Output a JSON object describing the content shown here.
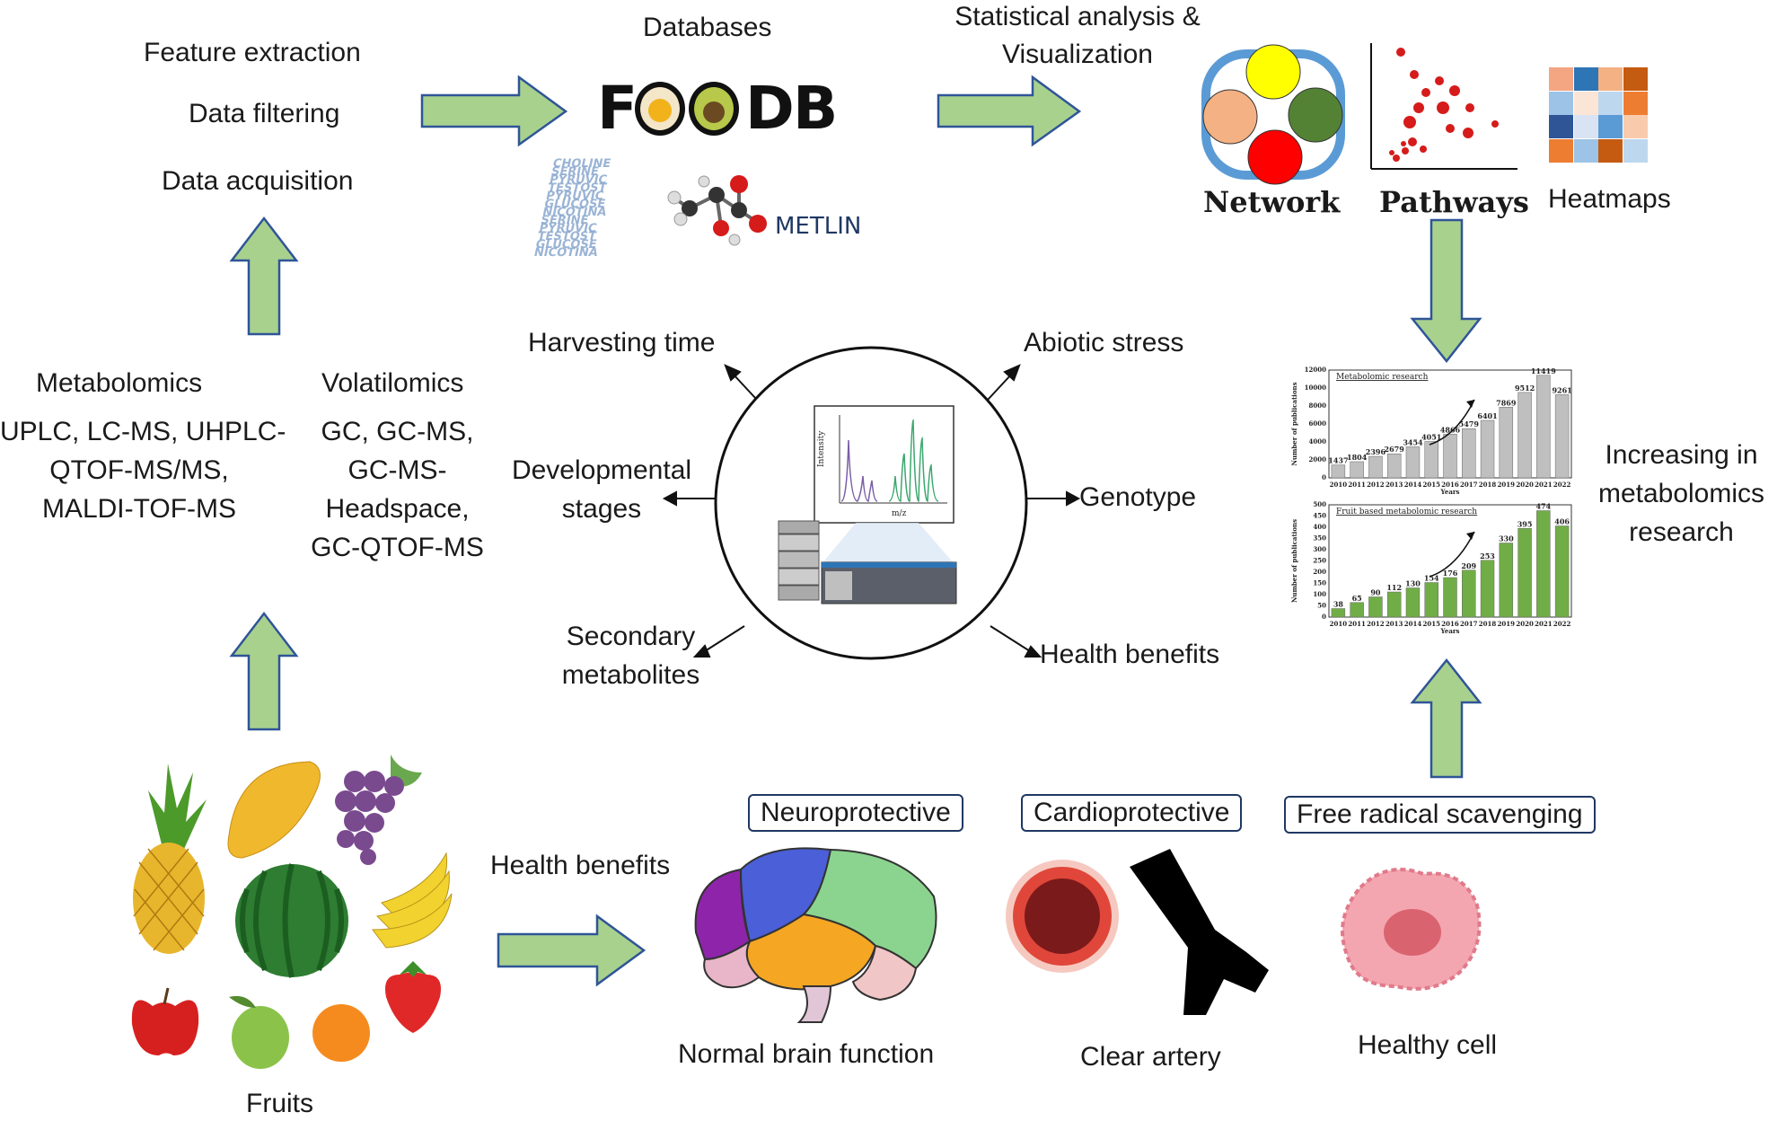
{
  "top": {
    "feature_extraction": "Feature extraction",
    "data_filtering": "Data filtering",
    "data_acquisition": "Data acquisition",
    "databases": "Databases",
    "foodb_logo": "FOODB",
    "metlin_logo": "METLIN",
    "metlin_words": [
      "CHOLINE",
      "SERINE",
      "PYRUVIC",
      "TESTOST",
      "PYRUVIC",
      "GLUCOSE",
      "NICOTINA",
      "SERINE",
      "PYRUVIC",
      "TESTOST",
      "GLUCOSE",
      "NICOTINA"
    ],
    "stats_title_1": "Statistical analysis &",
    "stats_title_2": "Visualization",
    "network": "Network",
    "pathways": "Pathways",
    "heatmaps": "Heatmaps"
  },
  "left": {
    "metabolomics": "Metabolomics",
    "metabolomics_methods": [
      "UPLC, LC-MS, UHPLC-",
      "QTOF-MS/MS,",
      "MALDI-TOF-MS"
    ],
    "volatilomics": "Volatilomics",
    "volatilomics_methods": [
      "GC, GC-MS,",
      "GC-MS-",
      "Headspace,",
      "GC-QTOF-MS"
    ]
  },
  "center": {
    "harvesting_time": "Harvesting time",
    "abiotic_stress": "Abiotic stress",
    "developmental_stages": [
      "Developmental",
      "stages"
    ],
    "genotype": "Genotype",
    "secondary_metabolites": [
      "Secondary",
      "metabolites"
    ],
    "health_benefits": "Health benefits",
    "spectrum_ylabel": "Intensity",
    "spectrum_xlabel": "m/z"
  },
  "right": {
    "increasing": [
      "Increasing in",
      "metabolomics",
      "research"
    ]
  },
  "bottom": {
    "fruits": "Fruits",
    "health_benefits": "Health benefits",
    "neuroprotective": "Neuroprotective",
    "cardioprotective": "Cardioprotective",
    "free_radical": "Free radical scavenging",
    "normal_brain": "Normal brain function",
    "clear_artery": "Clear artery",
    "healthy_cell": "Healthy cell"
  },
  "colors": {
    "arrow_fill": "#a9d18e",
    "arrow_stroke": "#2f5597",
    "bar_gray": "#bfbfbf",
    "bar_green": "#70ad47"
  },
  "chart_data": [
    {
      "type": "bar",
      "title": "Metabolomic research",
      "categories": [
        "2010",
        "2011",
        "2012",
        "2013",
        "2014",
        "2015",
        "2016",
        "2017",
        "2018",
        "2019",
        "2020",
        "2021",
        "2022"
      ],
      "values": [
        1437,
        1804,
        2396,
        2679,
        3454,
        4051,
        4866,
        5479,
        6401,
        7869,
        9512,
        11419,
        9261
      ],
      "xlabel": "Years",
      "ylabel": "Number of publications",
      "ylim": [
        0,
        12000
      ],
      "yticks": [
        0,
        2000,
        4000,
        6000,
        8000,
        10000,
        12000
      ]
    },
    {
      "type": "bar",
      "title": "Fruit based metabolomic research",
      "categories": [
        "2010",
        "2011",
        "2012",
        "2013",
        "2014",
        "2015",
        "2016",
        "2017",
        "2018",
        "2019",
        "2020",
        "2021",
        "2022"
      ],
      "values": [
        38,
        65,
        90,
        112,
        130,
        154,
        176,
        209,
        253,
        330,
        395,
        474,
        406
      ],
      "xlabel": "Years",
      "ylabel": "Number of publications",
      "ylim": [
        0,
        500
      ],
      "yticks": [
        0,
        50,
        100,
        150,
        200,
        250,
        300,
        350,
        400,
        450,
        500
      ]
    }
  ]
}
